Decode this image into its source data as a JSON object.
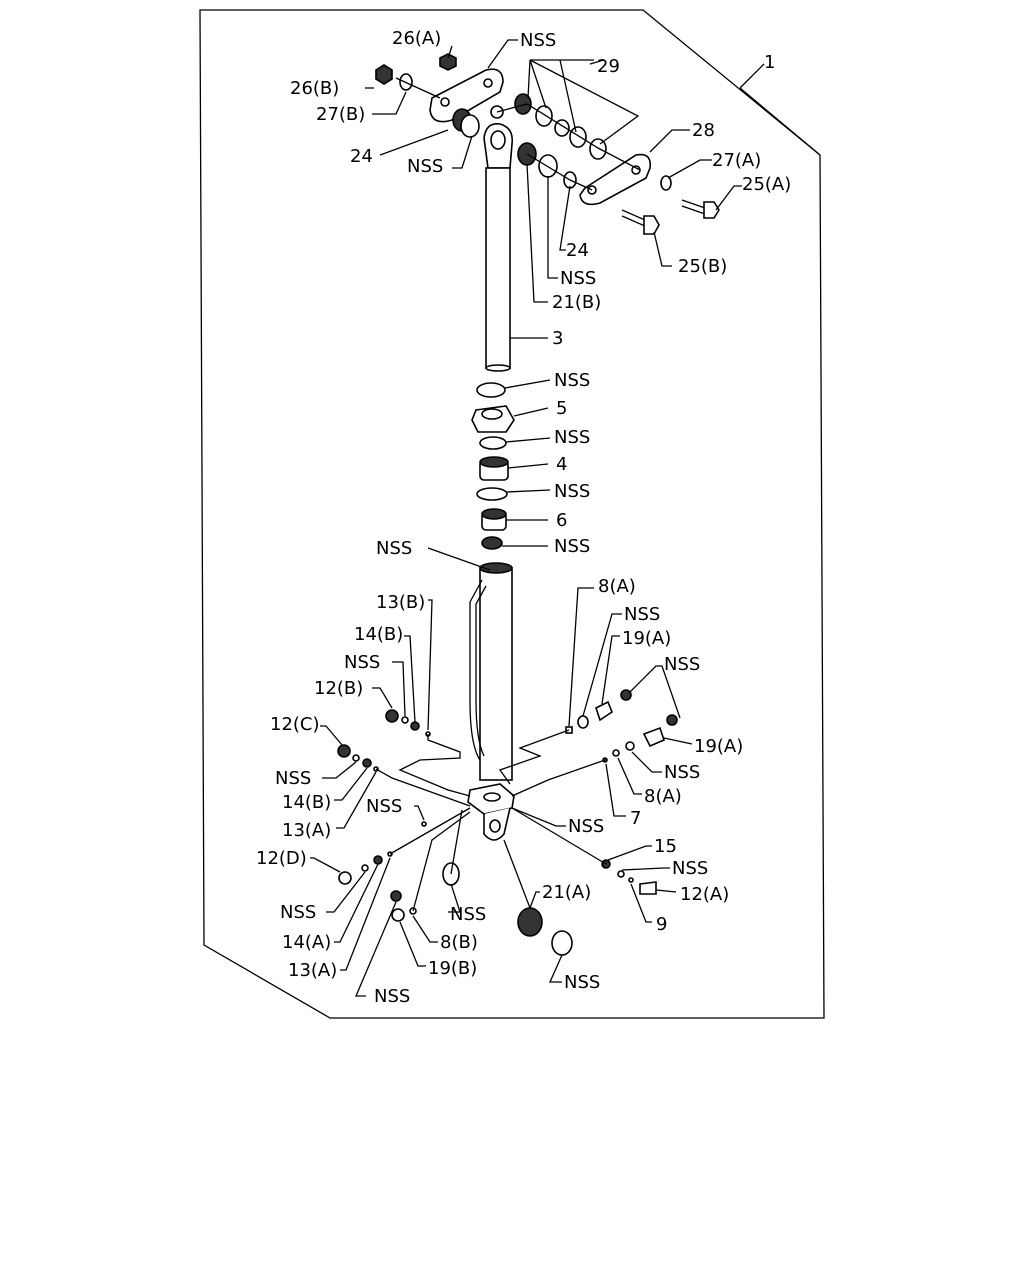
{
  "figure": {
    "border_color": "#000000",
    "background": "#ffffff",
    "callouts": [
      {
        "id": "c26a",
        "text": "26(A)"
      },
      {
        "id": "cnss_top",
        "text": "NSS"
      },
      {
        "id": "c26b",
        "text": "26(B)"
      },
      {
        "id": "c27b",
        "text": "27(B)"
      },
      {
        "id": "c29",
        "text": "29"
      },
      {
        "id": "c1",
        "text": "1"
      },
      {
        "id": "c28",
        "text": "28"
      },
      {
        "id": "c27a",
        "text": "27(A)"
      },
      {
        "id": "c25a",
        "text": "25(A)"
      },
      {
        "id": "c24_left",
        "text": "24"
      },
      {
        "id": "cnss_24",
        "text": "NSS"
      },
      {
        "id": "c24_right",
        "text": "24"
      },
      {
        "id": "cnss_r2",
        "text": "NSS"
      },
      {
        "id": "c25b",
        "text": "25(B)"
      },
      {
        "id": "c21b",
        "text": "21(B)"
      },
      {
        "id": "c3",
        "text": "3"
      },
      {
        "id": "cnss_s1",
        "text": "NSS"
      },
      {
        "id": "c5",
        "text": "5"
      },
      {
        "id": "cnss_s2",
        "text": "NSS"
      },
      {
        "id": "c4",
        "text": "4"
      },
      {
        "id": "cnss_s3",
        "text": "NSS"
      },
      {
        "id": "c6",
        "text": "6"
      },
      {
        "id": "cnss_s4",
        "text": "NSS"
      },
      {
        "id": "cnss_barrel",
        "text": "NSS"
      },
      {
        "id": "c13b",
        "text": "13(B)"
      },
      {
        "id": "c14b_top",
        "text": "14(B)"
      },
      {
        "id": "cnss_l1",
        "text": "NSS"
      },
      {
        "id": "c12b",
        "text": "12(B)"
      },
      {
        "id": "c12c",
        "text": "12(C)"
      },
      {
        "id": "cnss_l2",
        "text": "NSS"
      },
      {
        "id": "c14b_low",
        "text": "14(B)"
      },
      {
        "id": "cnss_l3",
        "text": "NSS"
      },
      {
        "id": "c13a_top",
        "text": "13(A)"
      },
      {
        "id": "c12d",
        "text": "12(D)"
      },
      {
        "id": "cnss_l4",
        "text": "NSS"
      },
      {
        "id": "c14a",
        "text": "14(A)"
      },
      {
        "id": "c13a_low",
        "text": "13(A)"
      },
      {
        "id": "cnss_l5",
        "text": "NSS"
      },
      {
        "id": "c8b",
        "text": "8(B)"
      },
      {
        "id": "c19b",
        "text": "19(B)"
      },
      {
        "id": "cnss_c1",
        "text": "NSS"
      },
      {
        "id": "c21a",
        "text": "21(A)"
      },
      {
        "id": "cnss_c2",
        "text": "NSS"
      },
      {
        "id": "cnss_c3",
        "text": "NSS"
      },
      {
        "id": "c8a_top",
        "text": "8(A)"
      },
      {
        "id": "cnss_r3",
        "text": "NSS"
      },
      {
        "id": "c19a_top",
        "text": "19(A)"
      },
      {
        "id": "cnss_r4",
        "text": "NSS"
      },
      {
        "id": "c19a_right",
        "text": "19(A)"
      },
      {
        "id": "cnss_r5",
        "text": "NSS"
      },
      {
        "id": "c8a_low",
        "text": "8(A)"
      },
      {
        "id": "c7",
        "text": "7"
      },
      {
        "id": "c15",
        "text": "15"
      },
      {
        "id": "cnss_r6",
        "text": "NSS"
      },
      {
        "id": "c12a",
        "text": "12(A)"
      },
      {
        "id": "c9",
        "text": "9"
      }
    ]
  }
}
